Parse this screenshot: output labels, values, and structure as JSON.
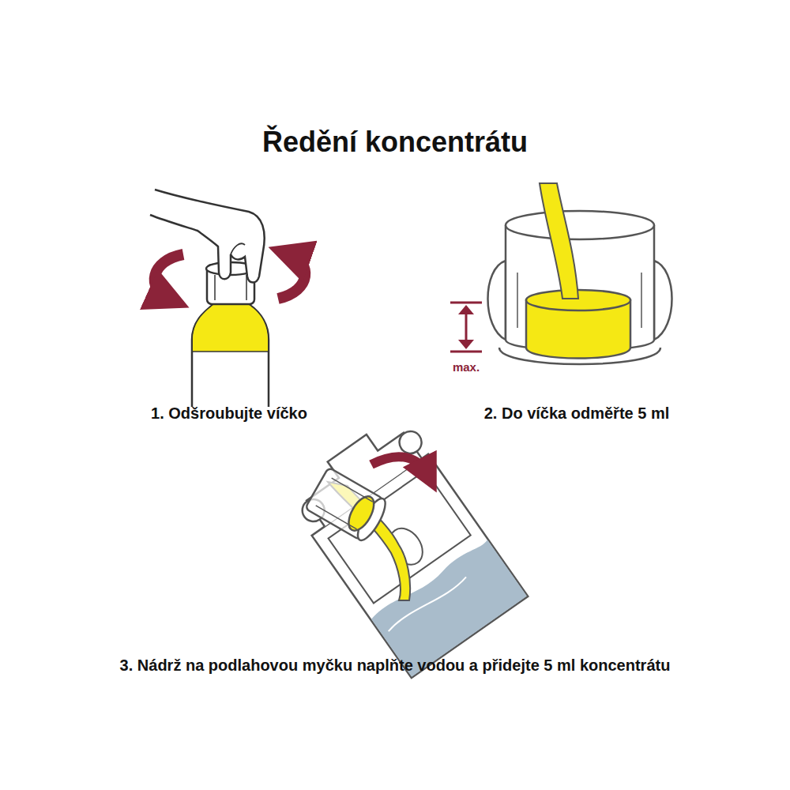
{
  "diagram": {
    "title": "Ředění koncentrátu",
    "labels": [
      "1. Odšroubujte víčko",
      "2. Do víčka odměřte 5 ml",
      "max.",
      "3. Nádrž na podlahovou myčku naplňte vodou a přidejte 5 ml koncentrátu"
    ]
  }
}
